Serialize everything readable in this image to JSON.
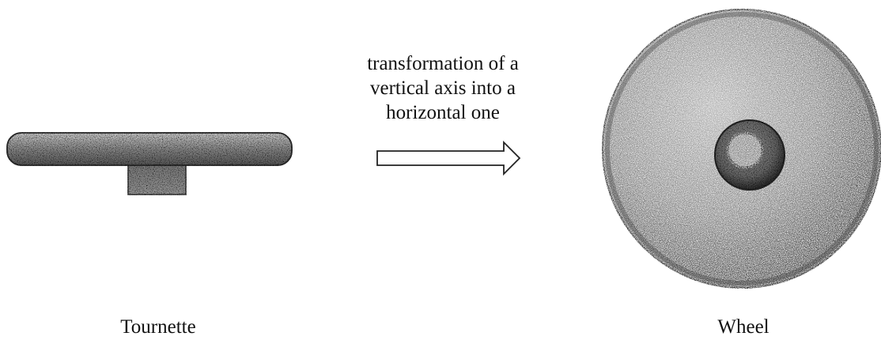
{
  "diagram": {
    "transformation_lines": [
      "transformation of a",
      "vertical axis into a",
      "horizontal one"
    ],
    "left_label": "Tournette",
    "right_label": "Wheel",
    "colors": {
      "stone_dark": "#3a3a3a",
      "stone_mid": "#8a8a8a",
      "stone_light": "#d6d6d6",
      "arrow_stroke": "#222222"
    }
  }
}
